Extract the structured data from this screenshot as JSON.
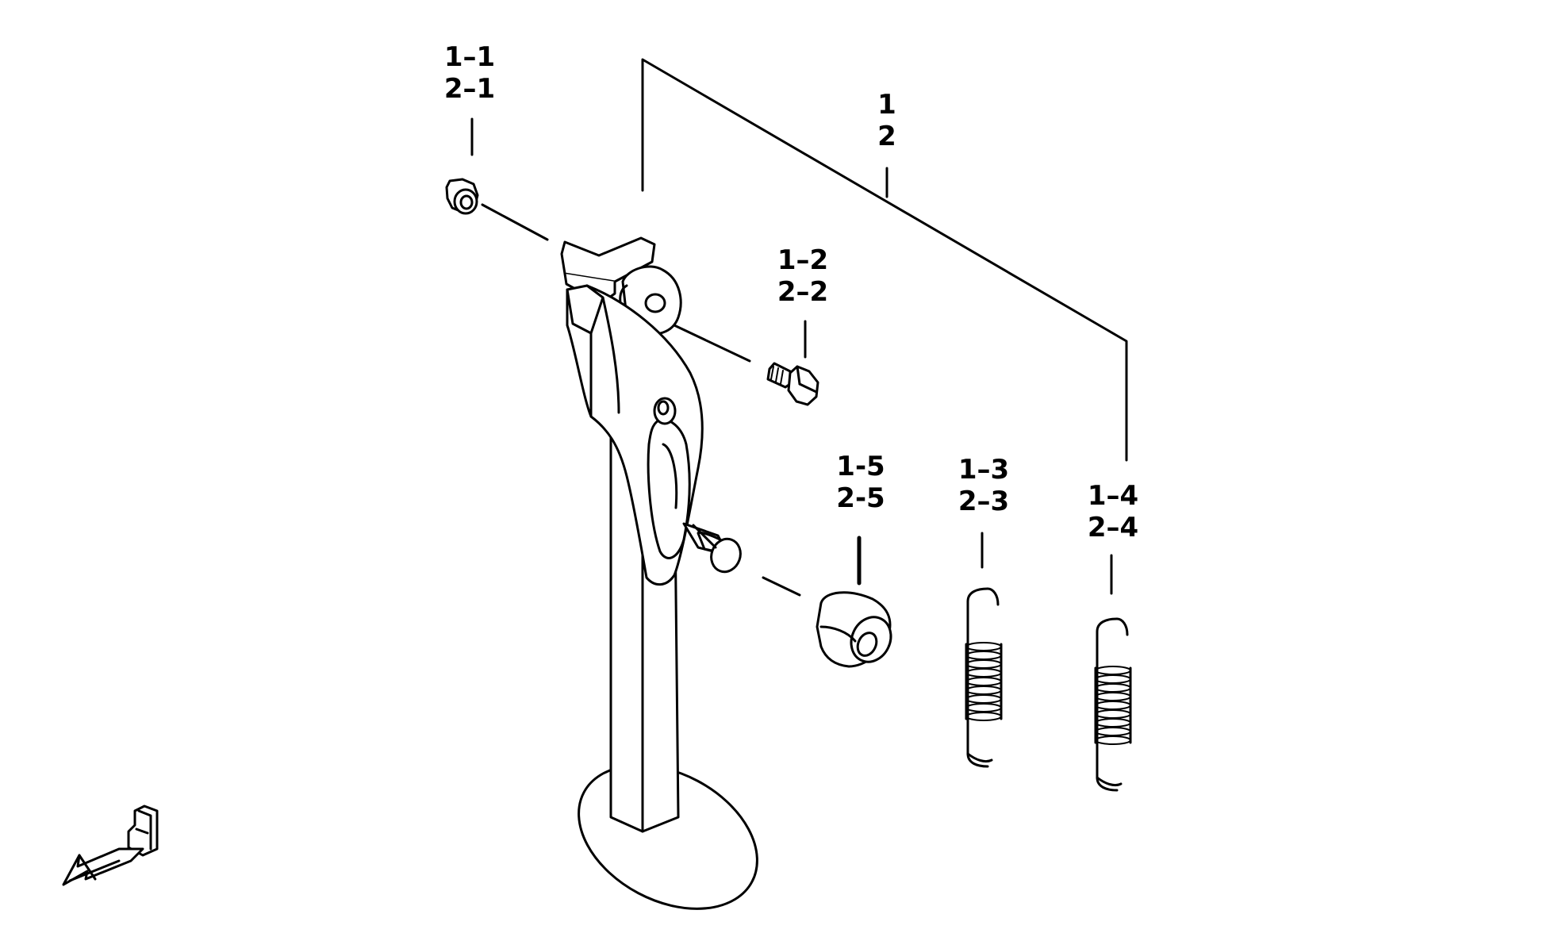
{
  "callouts": {
    "main": {
      "line1": "1",
      "line2": "2"
    },
    "nut": {
      "line1": "1–1",
      "line2": "2–1"
    },
    "bolt": {
      "line1": "1–2",
      "line2": "2–2"
    },
    "rubber": {
      "line1": "1-5",
      "line2": "2-5"
    },
    "spring_a": {
      "line1": "1–3",
      "line2": "2–3"
    },
    "spring_b": {
      "line1": "1–4",
      "line2": "2–4"
    }
  },
  "front_marker": {
    "letter": "F",
    "icon": "front-arrow-icon"
  }
}
